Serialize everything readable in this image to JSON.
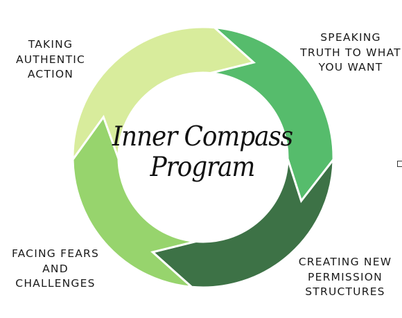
{
  "diagram": {
    "title_line1": "Inner Compass",
    "title_line2": "Program",
    "steps": [
      {
        "name": "speaking",
        "lines": [
          "SPEAKING",
          "TRUTH TO WHAT",
          "YOU WANT"
        ],
        "color": "#56bc6c"
      },
      {
        "name": "creating",
        "lines": [
          "CREATING NEW",
          "PERMISSION",
          "STRUCTURES"
        ],
        "color": "#3d7246"
      },
      {
        "name": "facing",
        "lines": [
          "FACING FEARS",
          "AND",
          "CHALLENGES"
        ],
        "color": "#97d46d"
      },
      {
        "name": "taking",
        "lines": [
          "TAKING",
          "AUTHENTIC",
          "ACTION"
        ],
        "color": "#d8ec9c"
      }
    ]
  }
}
